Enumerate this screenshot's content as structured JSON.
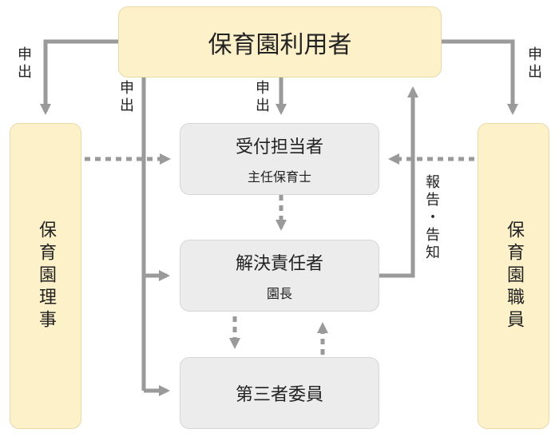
{
  "nodes": {
    "users": "保育園利用者",
    "reception": {
      "title": "受付担当者",
      "sub": "主任保育士"
    },
    "resolver": {
      "title": "解決責任者",
      "sub": "園長"
    },
    "third_party": "第三者委員",
    "board": "保育園理事",
    "staff": "保育園職員"
  },
  "edge_labels": {
    "request_left": "申出",
    "request_inner": "申出",
    "request_center": "申出",
    "request_right": "申出",
    "report": "報告・告知"
  },
  "colors": {
    "box_cream": "#fdf1c9",
    "box_gray": "#ececec",
    "arrow": "#9a9a9a"
  }
}
